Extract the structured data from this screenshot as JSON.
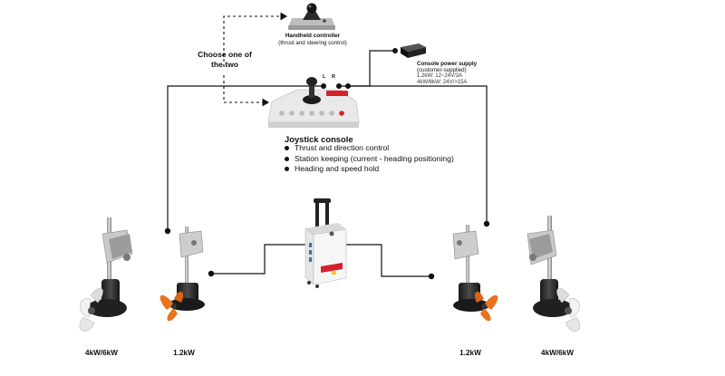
{
  "handheld": {
    "title": "Handheld controller",
    "subtitle": "(thrust and steering control)"
  },
  "choose_label": "Choose one of the two",
  "power_supply": {
    "title": "Console power supply",
    "subtitle": "(customer-supplied)",
    "lines": [
      "1.2kW: 12~24V/3A",
      "4kW/6kW: 24V/>15A"
    ]
  },
  "ports": {
    "left": "L",
    "right": "R"
  },
  "console": {
    "title": "Joystick console",
    "features": [
      "Thrust and direction control",
      "Station keeping (current - heading positioning)",
      "Heading and speed hold"
    ]
  },
  "motors": [
    {
      "label": "4kW/6kW"
    },
    {
      "label": "1.2kW"
    },
    {
      "label": "1.2kW"
    },
    {
      "label": "4kW/6kW"
    }
  ],
  "colors": {
    "propeller_small": "#e8731c",
    "battery_accent": "#d6212b",
    "console_button": "#d6212b",
    "line": "#111111"
  }
}
